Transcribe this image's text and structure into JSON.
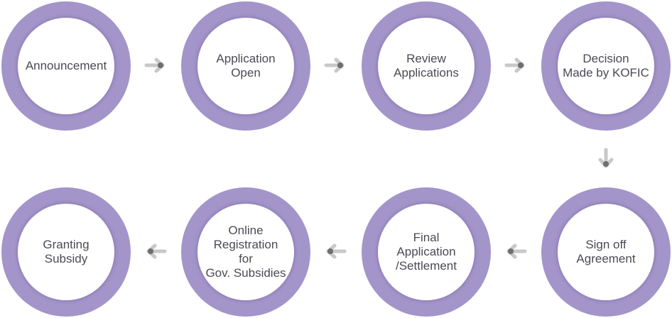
{
  "colors": {
    "ring": "#a394c9",
    "inner": "#ffffff",
    "text": "#4a4a55",
    "arrow_light": "#c8c8c8",
    "arrow_dark": "#6e6e6e"
  },
  "steps": [
    {
      "label": "Announcement"
    },
    {
      "label": "Application\nOpen"
    },
    {
      "label": "Review\nApplications"
    },
    {
      "label": "Decision\nMade by KOFIC"
    },
    {
      "label": "Sign off\nAgreement"
    },
    {
      "label": "Final\nApplication\n/Settlement"
    },
    {
      "label": "Online\nRegistration\nfor\nGov. Subsidies"
    },
    {
      "label": "Granting\nSubsidy"
    }
  ],
  "arrows": [
    {
      "direction": "right",
      "icon": "arrow-right-icon"
    },
    {
      "direction": "right",
      "icon": "arrow-right-icon"
    },
    {
      "direction": "right",
      "icon": "arrow-right-icon"
    },
    {
      "direction": "down",
      "icon": "arrow-down-icon"
    },
    {
      "direction": "left",
      "icon": "arrow-left-icon"
    },
    {
      "direction": "left",
      "icon": "arrow-left-icon"
    },
    {
      "direction": "left",
      "icon": "arrow-left-icon"
    }
  ]
}
